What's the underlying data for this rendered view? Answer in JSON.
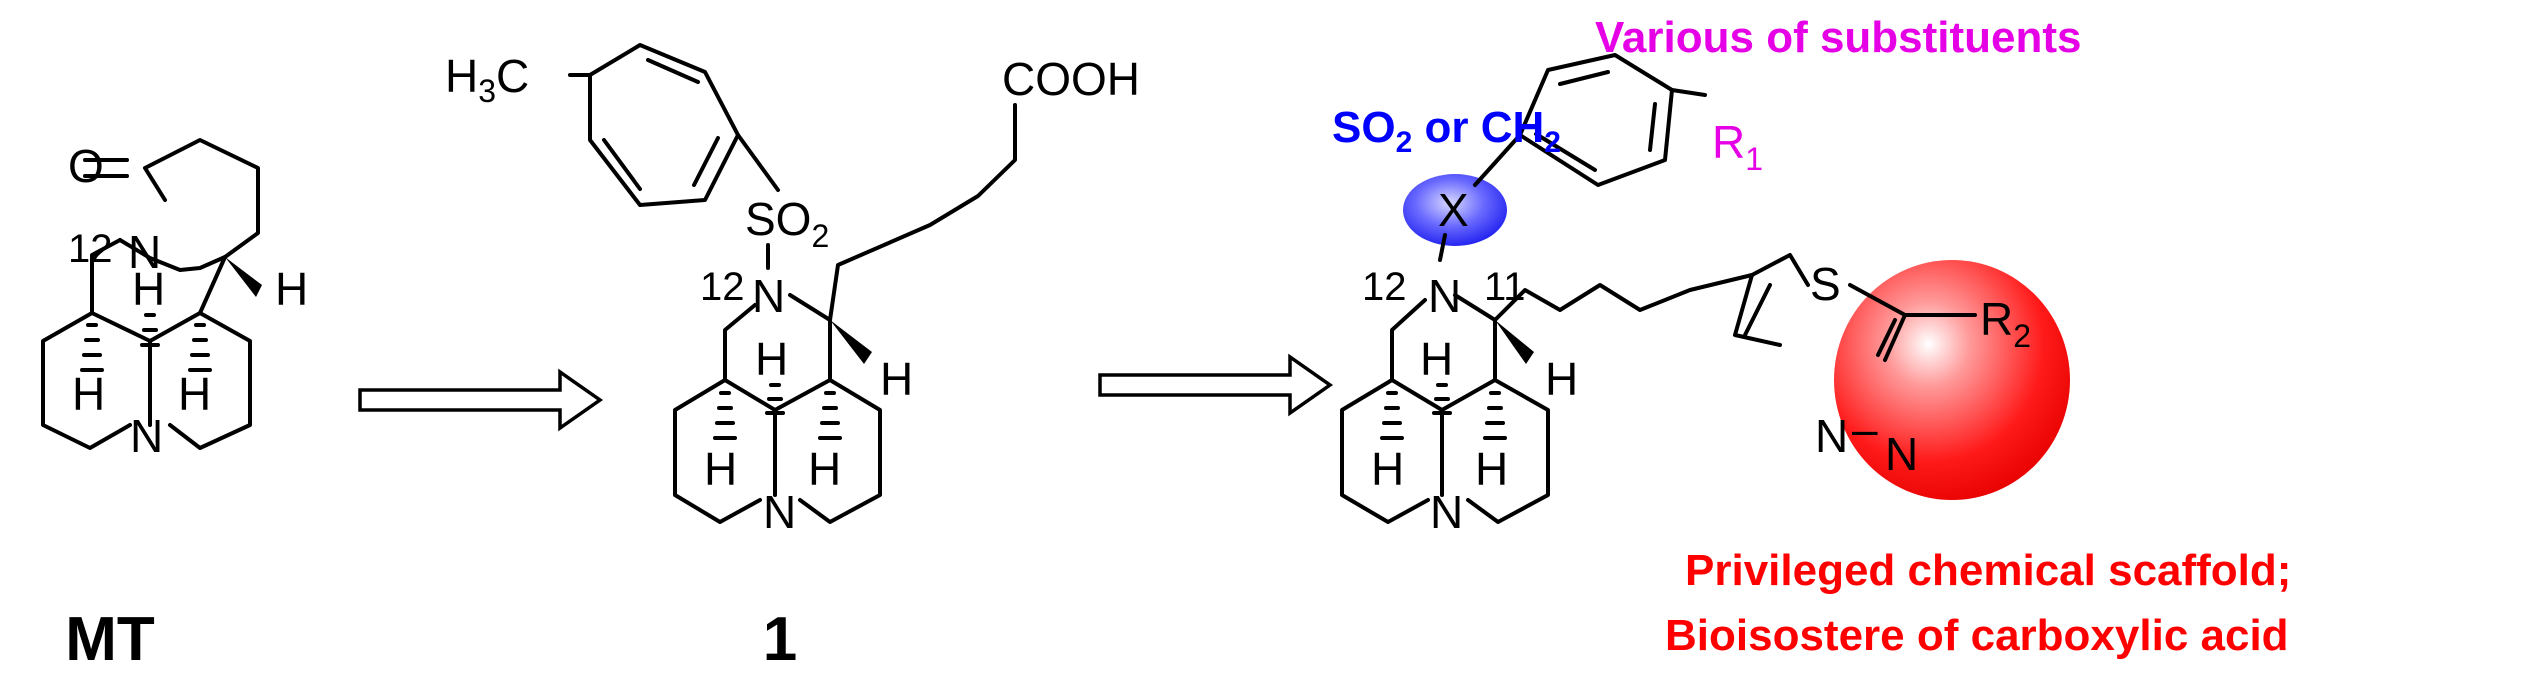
{
  "colors": {
    "magenta": "#e600e6",
    "blue": "#0000ff",
    "red": "#ff0000",
    "bond": "#000000"
  },
  "compounds": {
    "mt": {
      "caption": "MT",
      "atoms": {
        "o": "O",
        "n_amide": "N",
        "n_bottom": "N",
        "h_right": "H",
        "h_center": "H",
        "h_left_low": "H",
        "h_right_low": "H"
      },
      "locant": "12"
    },
    "c1": {
      "caption": "1",
      "atoms": {
        "cooh": "COOH",
        "h3c": "H",
        "h3c_sub": "3",
        "h3c_c": "C",
        "so": "SO",
        "so_sub": "2",
        "n_amide": "N",
        "n_bottom": "N",
        "h_chain": "H",
        "h_center": "H",
        "h_left_low": "H",
        "h_right_low": "H"
      },
      "locant": "12"
    },
    "target": {
      "atoms": {
        "x": "X",
        "n_amide": "N",
        "n_bottom": "N",
        "s": "S",
        "n_ring_left": "N",
        "n_ring_right": "N",
        "dash": "–",
        "h_chain": "H",
        "h_center": "H",
        "h_left_low": "H",
        "h_right_low": "H",
        "r1": "R",
        "r1_sub": "1",
        "r2": "R",
        "r2_sub": "2"
      },
      "locant_12": "12",
      "locant_11": "11"
    }
  },
  "annotations": {
    "substituents": "Various of substituents",
    "x_choice_prefix": "SO",
    "x_choice_sub1": "2",
    "x_choice_mid": " or CH",
    "x_choice_sub2": "2",
    "scaffold_line1": "Privileged chemical scaffold;",
    "scaffold_line2": "Bioisostere of carboxylic acid"
  }
}
